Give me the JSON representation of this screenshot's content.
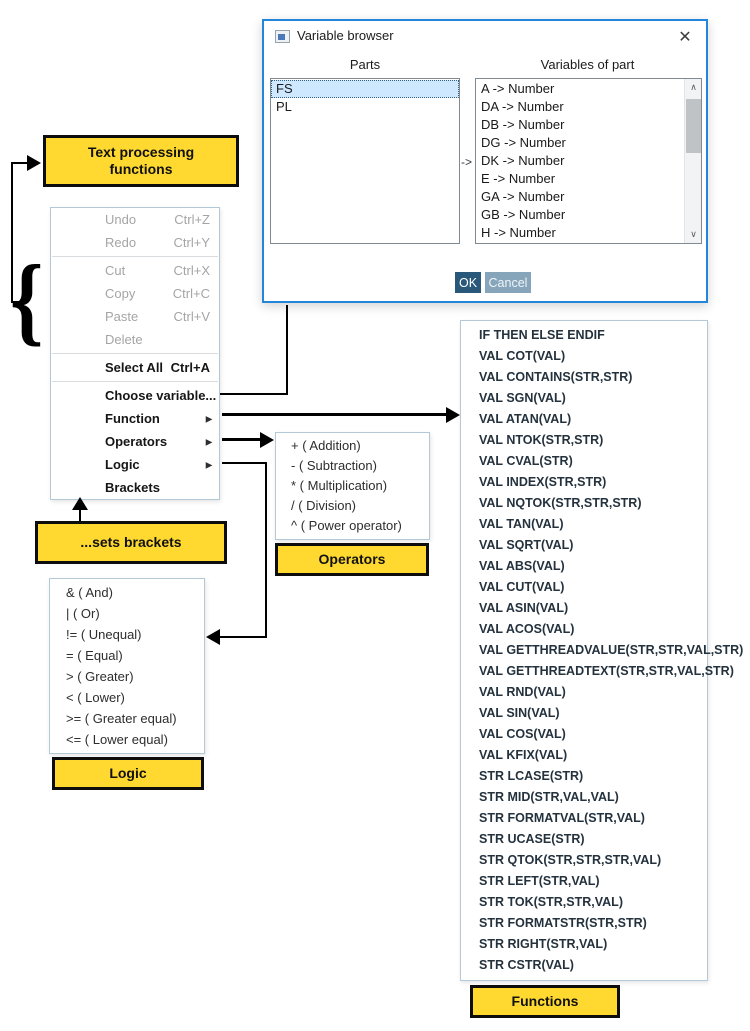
{
  "icons": {
    "close": "✕",
    "scroll_up": "∧",
    "scroll_down": "∨",
    "submenu_arrow": "▶"
  },
  "dialog": {
    "title": "Variable browser",
    "parts_label": "Parts",
    "vars_label": "Variables of part",
    "map_arrow": "->",
    "selected_part": "FS",
    "parts": [
      "FS",
      "PL"
    ],
    "variables": [
      "A -> Number",
      "DA -> Number",
      "DB -> Number",
      "DG -> Number",
      "DK -> Number",
      "E -> Number",
      "GA -> Number",
      "GB -> Number",
      "H -> Number"
    ],
    "ok_label": "OK",
    "cancel_label": "Cancel"
  },
  "context_menu": {
    "items": [
      {
        "label": "Undo",
        "shortcut": "Ctrl+Z",
        "disabled": true
      },
      {
        "label": "Redo",
        "shortcut": "Ctrl+Y",
        "disabled": true
      },
      {
        "sep": true
      },
      {
        "label": "Cut",
        "shortcut": "Ctrl+X",
        "disabled": true
      },
      {
        "label": "Copy",
        "shortcut": "Ctrl+C",
        "disabled": true
      },
      {
        "label": "Paste",
        "shortcut": "Ctrl+V",
        "disabled": true
      },
      {
        "label": "Delete",
        "disabled": true
      },
      {
        "sep": true
      },
      {
        "label": "Select All",
        "shortcut": "Ctrl+A",
        "bold": true
      },
      {
        "sep": true
      },
      {
        "label": "Choose variable..."
      },
      {
        "label": "Function",
        "submenu": true
      },
      {
        "label": "Operators",
        "submenu": true
      },
      {
        "label": "Logic",
        "submenu": true
      },
      {
        "label": "Brackets"
      }
    ]
  },
  "operators_menu": {
    "items": [
      "+ ( Addition)",
      "- ( Subtraction)",
      "* ( Multiplication)",
      "/ ( Division)",
      "^ ( Power operator)"
    ]
  },
  "logic_menu": {
    "items": [
      "& ( And)",
      "| ( Or)",
      "!= ( Unequal)",
      "= ( Equal)",
      "> ( Greater)",
      "< ( Lower)",
      ">= ( Greater equal)",
      "<= ( Lower equal)"
    ]
  },
  "functions_menu": {
    "items": [
      "IF THEN ELSE ENDIF",
      "VAL COT(VAL)",
      "VAL CONTAINS(STR,STR)",
      "VAL SGN(VAL)",
      "VAL ATAN(VAL)",
      "VAL NTOK(STR,STR)",
      "VAL CVAL(STR)",
      "VAL INDEX(STR,STR)",
      "VAL NQTOK(STR,STR,STR)",
      "VAL TAN(VAL)",
      "VAL SQRT(VAL)",
      "VAL ABS(VAL)",
      "VAL CUT(VAL)",
      "VAL ASIN(VAL)",
      "VAL ACOS(VAL)",
      "VAL GETTHREADVALUE(STR,STR,VAL,STR)",
      "VAL GETTHREADTEXT(STR,STR,VAL,STR)",
      "VAL RND(VAL)",
      "VAL SIN(VAL)",
      "VAL COS(VAL)",
      "VAL KFIX(VAL)",
      "STR LCASE(STR)",
      "STR MID(STR,VAL,VAL)",
      "STR FORMATVAL(STR,VAL)",
      "STR UCASE(STR)",
      "STR QTOK(STR,STR,STR,VAL)",
      "STR LEFT(STR,VAL)",
      "STR TOK(STR,STR,VAL)",
      "STR FORMATSTR(STR,STR)",
      "STR RIGHT(STR,VAL)",
      "STR CSTR(VAL)"
    ]
  },
  "labels": {
    "text_processing": "Text processing functions",
    "sets_brackets": "...sets brackets",
    "operators": "Operators",
    "logic": "Logic",
    "functions": "Functions"
  },
  "colors": {
    "accent_yellow": "#FFD930",
    "dialog_border": "#2486d8",
    "ok_bg": "#29587a",
    "cancel_bg": "#87a5ba",
    "selection_bg": "#cde8ff"
  }
}
